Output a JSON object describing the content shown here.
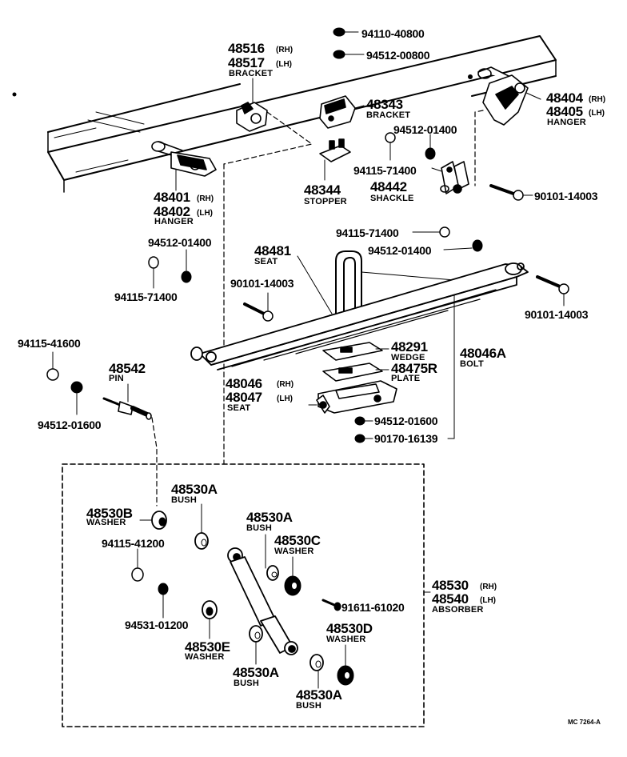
{
  "drawing_ref": "MC 7264-A",
  "labels": {
    "l94110_40800": "94110-40800",
    "l94512_00800": "94512-00800",
    "l48516": "48516",
    "l48516_side": "(RH)",
    "l48517": "48517",
    "l48517_side": "(LH)",
    "l48516_name": "BRACKET",
    "l48343": "48343",
    "l48343_name": "BRACKET",
    "l48404": "48404",
    "l48404_side": "(RH)",
    "l48405": "48405",
    "l48405_side": "(LH)",
    "l48404_name": "HANGER",
    "l94512_01400_a": "94512-01400",
    "l94115_71400_a": "94115-71400",
    "l48442": "48442",
    "l48442_name": "SHACKLE",
    "l90101_14003_a": "90101-14003",
    "l48344": "48344",
    "l48344_name": "STOPPER",
    "l48401": "48401",
    "l48401_side": "(RH)",
    "l48402": "48402",
    "l48402_side": "(LH)",
    "l48401_name": "HANGER",
    "l94512_01400_b": "94512-01400",
    "l94115_71400_b": "94115-71400",
    "l94115_71400_c": "94115-71400",
    "l94512_01400_c": "94512-01400",
    "l48481": "48481",
    "l48481_name": "SEAT",
    "l90101_14003_b": "90101-14003",
    "l90101_14003_c": "90101-14003",
    "l94115_41600": "94115-41600",
    "l48542": "48542",
    "l48542_name": "PIN",
    "l94512_01600_a": "94512-01600",
    "l48291": "48291",
    "l48291_name": "WEDGE",
    "l48475R": "48475R",
    "l48475R_name": "PLATE",
    "l48046A": "48046A",
    "l48046A_name": "BOLT",
    "l48046": "48046",
    "l48046_side": "(RH)",
    "l48047": "48047",
    "l48047_side": "(LH)",
    "l48046_name": "SEAT",
    "l94512_01600_b": "94512-01600",
    "l90170_16139": "90170-16139",
    "l48530A_a": "48530A",
    "l48530A_a_name": "BUSH",
    "l48530B": "48530B",
    "l48530B_name": "WASHER",
    "l48530A_b": "48530A",
    "l48530A_b_name": "BUSH",
    "l48530C": "48530C",
    "l48530C_name": "WASHER",
    "l94115_41200": "94115-41200",
    "l48530": "48530",
    "l48530_side": "(RH)",
    "l48540": "48540",
    "l48540_side": "(LH)",
    "l48530_name": "ABSORBER",
    "l91611_61020": "91611-61020",
    "l94531_01200": "94531-01200",
    "l48530E": "48530E",
    "l48530E_name": "WASHER",
    "l48530D": "48530D",
    "l48530D_name": "WASHER",
    "l48530A_c": "48530A",
    "l48530A_c_name": "BUSH",
    "l48530A_d": "48530A",
    "l48530A_d_name": "BUSH"
  }
}
